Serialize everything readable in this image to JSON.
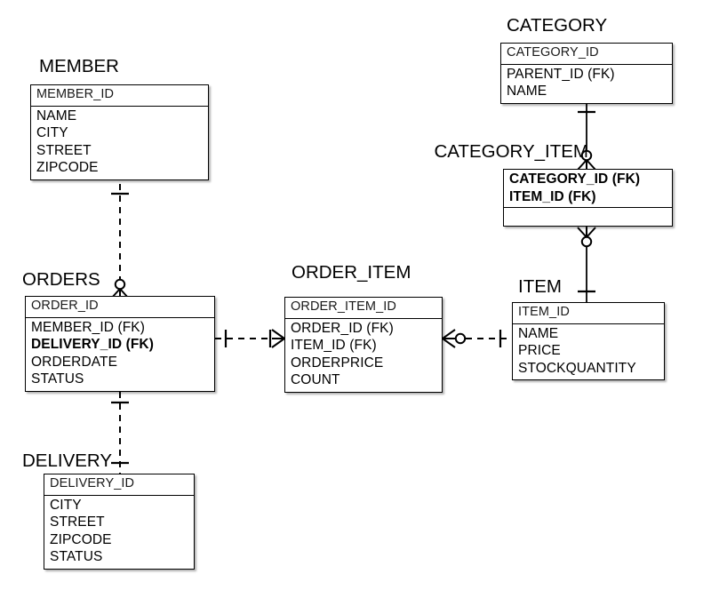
{
  "diagram": {
    "type": "entity-relationship-diagram",
    "notation": "crows-foot",
    "background_color": "#ffffff",
    "line_color": "#000000",
    "entities": [
      {
        "id": "member",
        "name": "MEMBER",
        "primary_keys": [
          "MEMBER_ID"
        ],
        "attributes": [
          "NAME",
          "CITY",
          "STREET",
          "ZIPCODE"
        ],
        "bold_attributes": []
      },
      {
        "id": "orders",
        "name": "ORDERS",
        "primary_keys": [
          "ORDER_ID"
        ],
        "attributes": [
          "MEMBER_ID (FK)",
          "DELIVERY_ID (FK)",
          "ORDERDATE",
          "STATUS"
        ],
        "bold_attributes": [
          "DELIVERY_ID (FK)"
        ]
      },
      {
        "id": "delivery",
        "name": "DELIVERY",
        "primary_keys": [
          "DELIVERY_ID"
        ],
        "attributes": [
          "CITY",
          "STREET",
          "ZIPCODE",
          "STATUS"
        ],
        "bold_attributes": []
      },
      {
        "id": "order_item",
        "name": "ORDER_ITEM",
        "primary_keys": [
          "ORDER_ITEM_ID"
        ],
        "attributes": [
          "ORDER_ID (FK)",
          "ITEM_ID (FK)",
          "ORDERPRICE",
          "COUNT"
        ],
        "bold_attributes": []
      },
      {
        "id": "item",
        "name": "ITEM",
        "primary_keys": [
          "ITEM_ID"
        ],
        "attributes": [
          "NAME",
          "PRICE",
          "STOCKQUANTITY"
        ],
        "bold_attributes": []
      },
      {
        "id": "category",
        "name": "CATEGORY",
        "primary_keys": [
          "CATEGORY_ID"
        ],
        "attributes": [
          "PARENT_ID (FK)",
          "NAME"
        ],
        "bold_attributes": []
      },
      {
        "id": "category_item",
        "name": "CATEGORY_ITEM",
        "primary_keys": [
          "CATEGORY_ID (FK)",
          "ITEM_ID (FK)"
        ],
        "attributes": [],
        "bold_attributes": [
          "CATEGORY_ID (FK)",
          "ITEM_ID (FK)"
        ]
      }
    ],
    "relationships": [
      {
        "id": "member-orders",
        "from": "MEMBER",
        "to": "ORDERS",
        "line_style": "dashed",
        "from_cardinality": "one-mandatory",
        "to_cardinality": "zero-or-many"
      },
      {
        "id": "orders-delivery",
        "from": "ORDERS",
        "to": "DELIVERY",
        "line_style": "dashed",
        "from_cardinality": "one-mandatory",
        "to_cardinality": "one-mandatory"
      },
      {
        "id": "orders-order_item",
        "from": "ORDERS",
        "to": "ORDER_ITEM",
        "line_style": "dashed",
        "from_cardinality": "one-mandatory",
        "to_cardinality": "one-or-many"
      },
      {
        "id": "order_item-item",
        "from": "ORDER_ITEM",
        "to": "ITEM",
        "line_style": "dashed",
        "from_cardinality": "zero-or-many",
        "to_cardinality": "one-mandatory"
      },
      {
        "id": "category-category_item",
        "from": "CATEGORY",
        "to": "CATEGORY_ITEM",
        "line_style": "solid",
        "from_cardinality": "one-mandatory",
        "to_cardinality": "zero-or-many"
      },
      {
        "id": "category_item-item",
        "from": "CATEGORY_ITEM",
        "to": "ITEM",
        "line_style": "solid",
        "from_cardinality": "zero-or-many",
        "to_cardinality": "one-mandatory"
      }
    ]
  }
}
